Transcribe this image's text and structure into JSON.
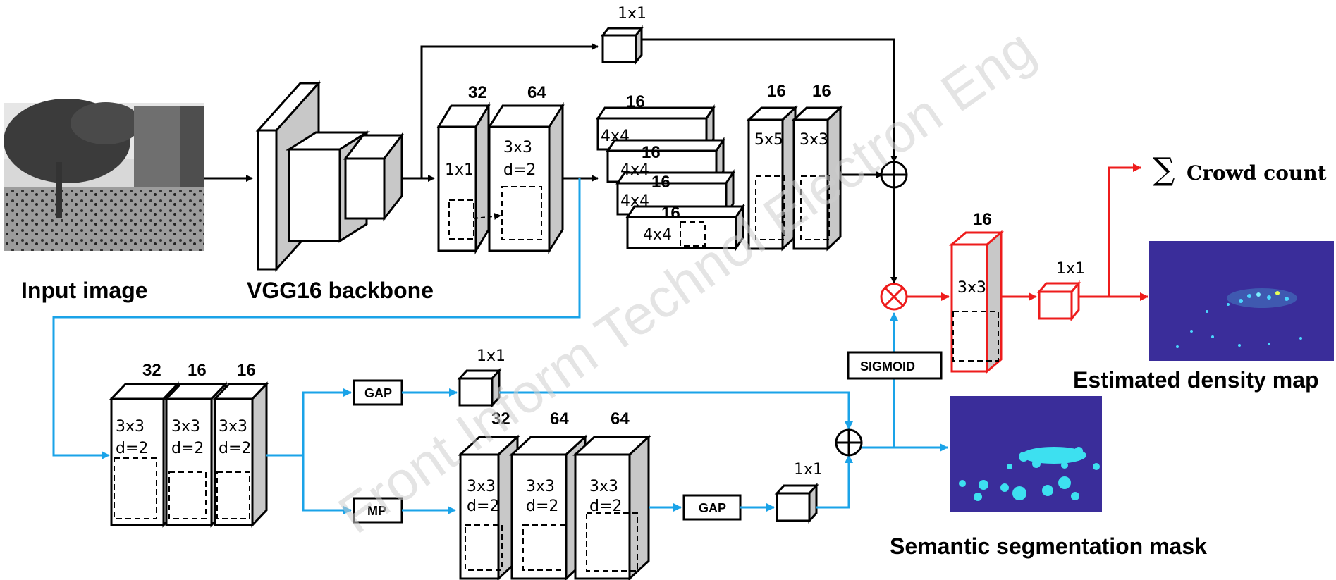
{
  "captions": {
    "input": "Input image",
    "backbone": "VGG16 backbone",
    "density": "Estimated density map",
    "seg": "Semantic segmentation mask",
    "crowd": "Crowd count",
    "sum_symbol": "∑"
  },
  "watermark": "Front Inform Technol Electron Eng",
  "top_branch": {
    "skip_kernel": "1x1",
    "block1": {
      "channels": "32",
      "kernel": "1x1"
    },
    "block2": {
      "channels": "64",
      "kernel": "3x3",
      "dilation": "d=2"
    },
    "deconv": [
      {
        "channels": "16",
        "kernel": "4x4"
      },
      {
        "channels": "16",
        "kernel": "4x4"
      },
      {
        "channels": "16",
        "kernel": "4x4"
      },
      {
        "channels": "16",
        "kernel": "4x4"
      }
    ],
    "block5x5": {
      "channels": "16",
      "kernel": "5x5"
    },
    "block3x3": {
      "channels": "16",
      "kernel": "3x3"
    }
  },
  "fusion": {
    "red_block": {
      "channels": "16",
      "kernel": "3x3"
    },
    "out_kernel": "1x1",
    "sigmoid": "SIGMOID"
  },
  "bottom_branch": {
    "blocks": [
      {
        "channels": "32",
        "kernel": "3x3",
        "dilation": "d=2"
      },
      {
        "channels": "16",
        "kernel": "3x3",
        "dilation": "d=2"
      },
      {
        "channels": "16",
        "kernel": "3x3",
        "dilation": "d=2"
      }
    ],
    "gap1": "GAP",
    "gap_kernel": "1x1",
    "mp": "MP",
    "mp_blocks": [
      {
        "channels": "32",
        "kernel": "3x3",
        "dilation": "d=2"
      },
      {
        "channels": "64",
        "kernel": "3x3",
        "dilation": "d=2"
      },
      {
        "channels": "64",
        "kernel": "3x3",
        "dilation": "d=2"
      }
    ],
    "gap2": "GAP",
    "gap2_kernel": "1x1"
  },
  "colors": {
    "blue": "#1aa3e8",
    "red": "#ee1c1c",
    "map_bg": "#3a2d9a"
  }
}
